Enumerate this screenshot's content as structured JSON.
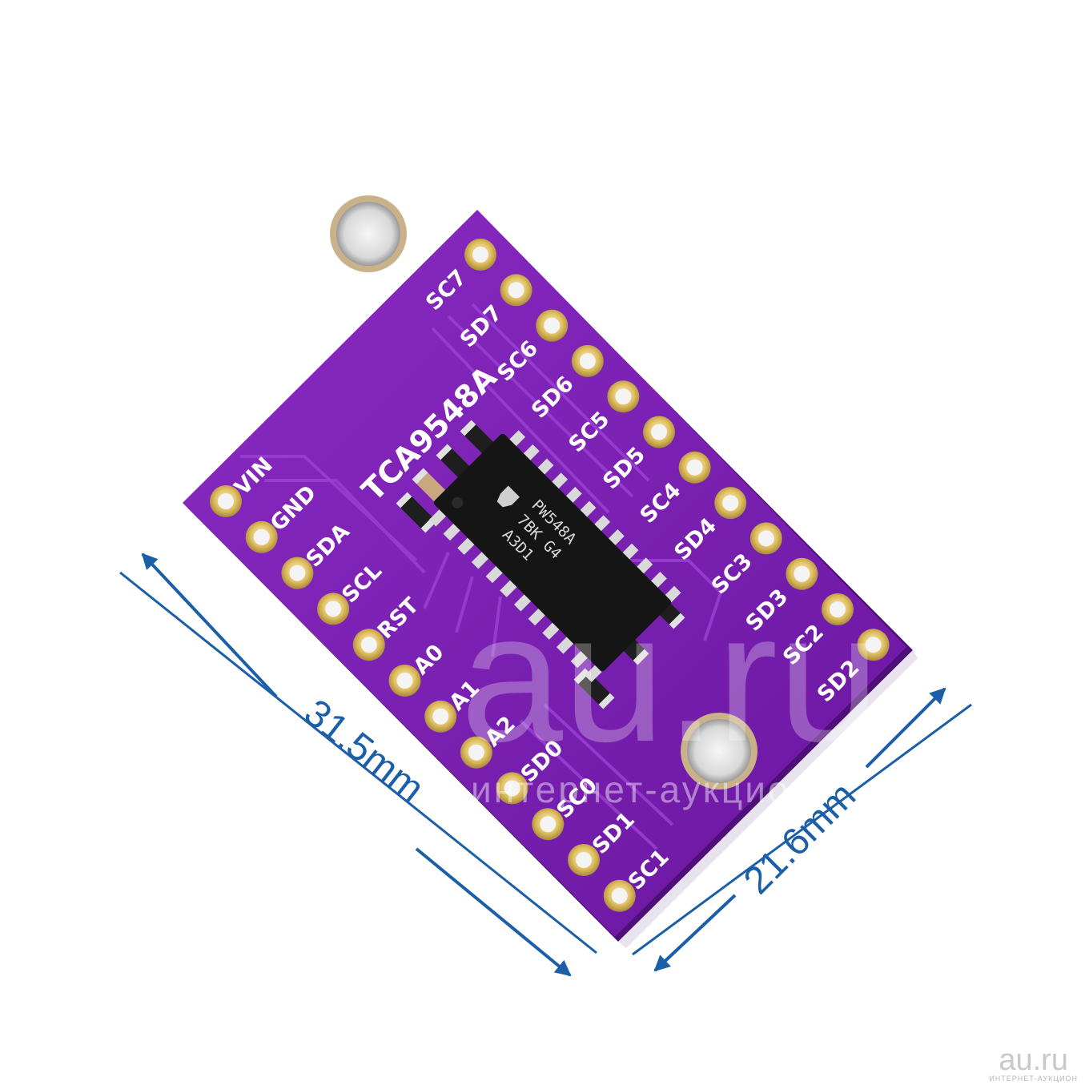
{
  "board": {
    "title": "TCA9548A",
    "left_pins": [
      "VIN",
      "GND",
      "SDA",
      "SCL",
      "RST",
      "A0",
      "A1",
      "A2",
      "SD0",
      "SC0",
      "SD1",
      "SC1"
    ],
    "right_pins": [
      "SC7",
      "SD7",
      "SC6",
      "SD6",
      "SC5",
      "SD5",
      "SC4",
      "SD4",
      "SC3",
      "SD3",
      "SC2",
      "SD2"
    ],
    "chip_lines": [
      "PW548A",
      "7BK G4",
      "A3D1"
    ],
    "colors": {
      "pcb": "#7a1fb0",
      "pcb_edge": "#4e0f78",
      "silkscreen": "#ffffff",
      "gold": "#e6c76a",
      "chip": "#151515"
    }
  },
  "dimensions": {
    "length_label": "31.5mm",
    "width_label": "21.6mm",
    "color": "#1b5fa8"
  },
  "watermark": {
    "main": "au.ru",
    "sub": "интернет-аукцион"
  },
  "corner_brand": {
    "main": "au.ru",
    "sub": "ИНТЕРНЕТ-АУКЦИОН"
  }
}
